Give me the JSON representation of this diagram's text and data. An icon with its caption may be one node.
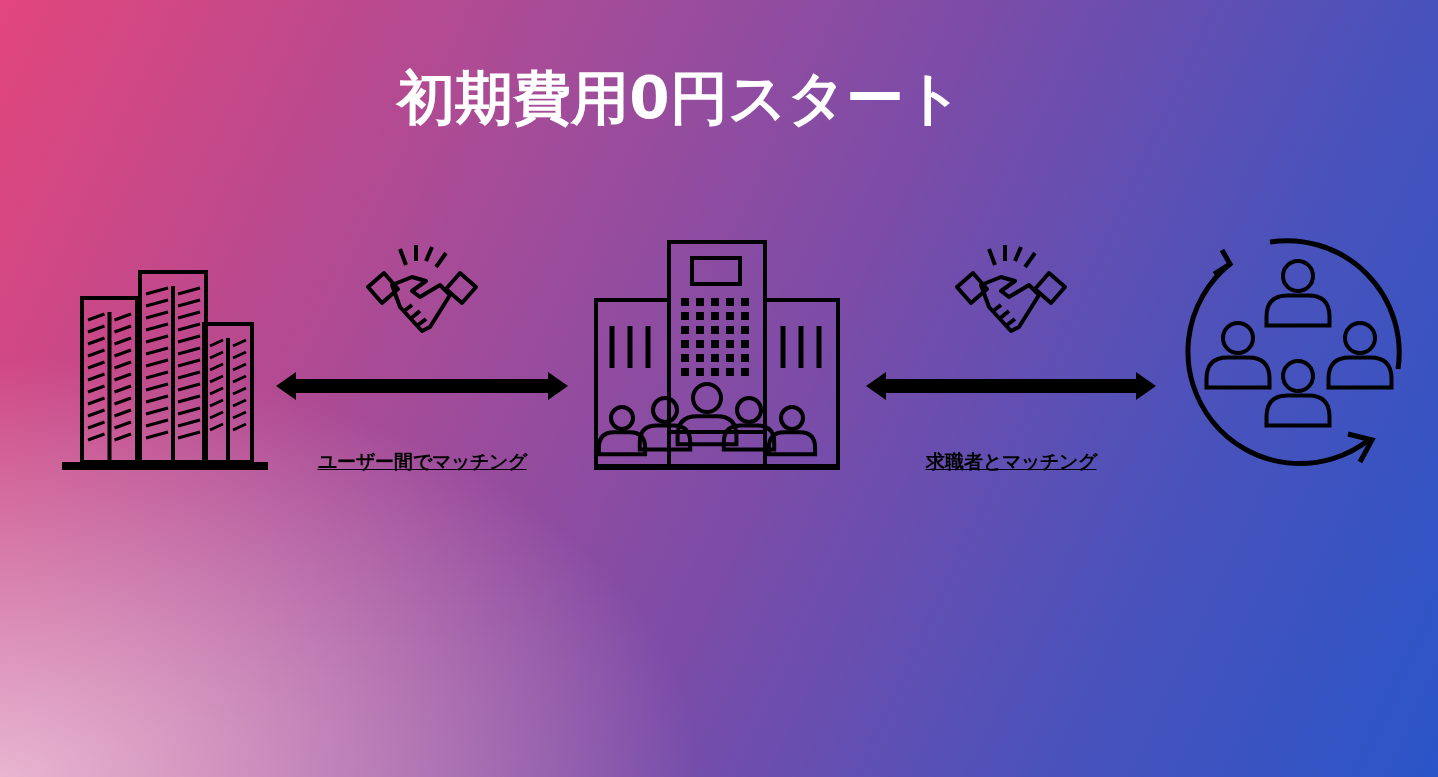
{
  "diagram": {
    "title": "初期費用0円スタート",
    "nodes": [
      {
        "text": [],
        "shape": "picture"
      },
      {
        "text": [],
        "shape": "picture"
      },
      {
        "text": [],
        "shape": "picture"
      }
    ],
    "edges": [
      {
        "from": 0,
        "to": 1,
        "arrow": "both",
        "label": "ユーザー間でマッチング"
      },
      {
        "from": 1,
        "to": 2,
        "arrow": "both",
        "label": "求職者とマッチング"
      }
    ]
  }
}
